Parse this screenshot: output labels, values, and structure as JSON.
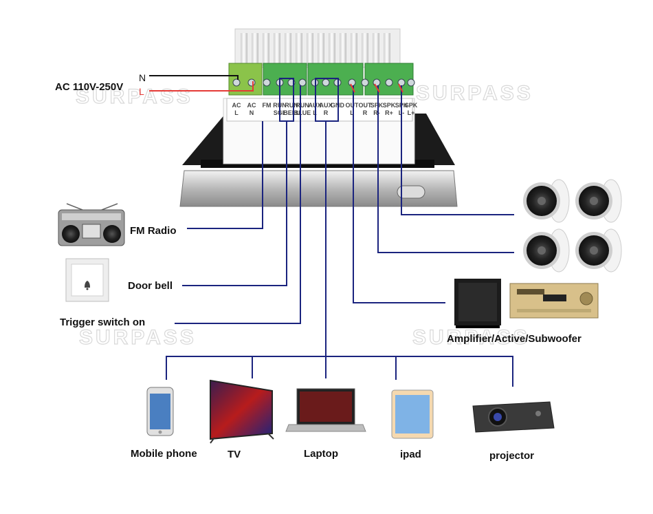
{
  "watermark": "SURPASS",
  "power": {
    "label": "AC 110V-250V",
    "n": "N",
    "l": "L",
    "n_color": "#111111",
    "l_color": "#e53935"
  },
  "terminals": [
    "AC L",
    "AC N",
    "FM",
    "RUN SGL",
    "RUN BELL",
    "RUN BLUE",
    "AUX L",
    "AUX R",
    "GND",
    "OUT L",
    "OUT R",
    "SPK R-",
    "SPK R+",
    "SPK L-",
    "SPK L+"
  ],
  "left_devices": {
    "fm_radio": "FM Radio",
    "door_bell": "Door bell",
    "trigger": "Trigger switch on"
  },
  "right_devices": {
    "amplifier": "Amplifier/Active/Subwoofer"
  },
  "bottom_devices": {
    "mobile": "Mobile phone",
    "tv": "TV",
    "laptop": "Laptop",
    "ipad": "ipad",
    "projector": "projector"
  },
  "colors": {
    "wire": "#1a237e",
    "terminal_green": "#4caf50",
    "terminal_lime": "#8bc34a",
    "red_wire": "#e53935"
  },
  "icons": [
    "radio-icon",
    "doorbell-icon",
    "speaker-icon",
    "subwoofer-icon",
    "amplifier-icon",
    "phone-icon",
    "tv-icon",
    "laptop-icon",
    "tablet-icon",
    "projector-icon"
  ]
}
